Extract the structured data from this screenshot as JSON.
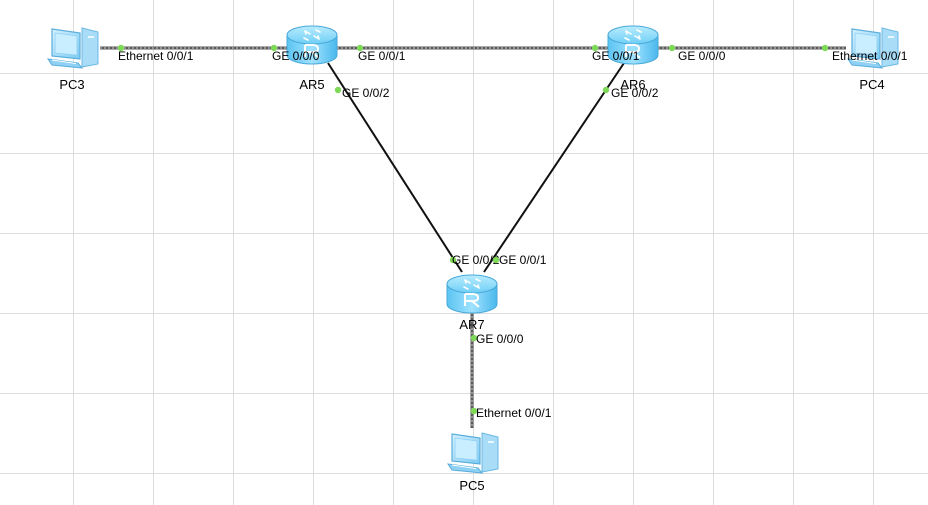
{
  "devices": [
    {
      "id": "PC3",
      "type": "pc",
      "label": "PC3"
    },
    {
      "id": "AR5",
      "type": "router",
      "label": "AR5"
    },
    {
      "id": "AR6",
      "type": "router",
      "label": "AR6"
    },
    {
      "id": "PC4",
      "type": "pc",
      "label": "PC4"
    },
    {
      "id": "AR7",
      "type": "router",
      "label": "AR7"
    },
    {
      "id": "PC5",
      "type": "pc",
      "label": "PC5"
    }
  ],
  "links": [
    {
      "from": "PC3",
      "to": "AR5",
      "from_port": "Ethernet 0/0/1",
      "to_port": "GE 0/0/0",
      "style": "ethernet"
    },
    {
      "from": "AR5",
      "to": "AR6",
      "from_port": "GE 0/0/1",
      "to_port": "GE 0/0/1",
      "style": "ethernet"
    },
    {
      "from": "AR6",
      "to": "PC4",
      "from_port": "GE 0/0/0",
      "to_port": "Ethernet 0/0/1",
      "style": "ethernet"
    },
    {
      "from": "AR5",
      "to": "AR7",
      "from_port": "GE 0/0/2",
      "to_port": "GE 0/0/2",
      "style": "serial"
    },
    {
      "from": "AR6",
      "to": "AR7",
      "from_port": "GE 0/0/2",
      "to_port": "GE 0/0/1",
      "style": "serial"
    },
    {
      "from": "AR7",
      "to": "PC5",
      "from_port": "GE 0/0/0",
      "to_port": "Ethernet 0/0/1",
      "style": "ethernet"
    }
  ],
  "colors": {
    "port_dot": "#7ed957",
    "link_ethernet": "#5a5a5a",
    "link_serial": "#111111",
    "router_body": "#7fd3f7",
    "pc_body": "#8fd0f5"
  }
}
